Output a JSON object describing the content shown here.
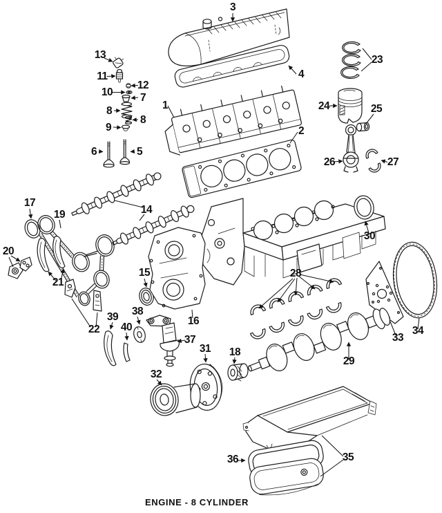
{
  "diagram": {
    "caption": "ENGINE - 8 CYLINDER",
    "colors": {
      "background": "#ffffff",
      "line_art": "#1b1b1b",
      "label_text": "#101010"
    },
    "callouts": {
      "c1": "1",
      "c2": "2",
      "c3": "3",
      "c4": "4",
      "c5": "5",
      "c6": "6",
      "c7": "7",
      "c8a": "8",
      "c8b": "8",
      "c9": "9",
      "c10": "10",
      "c11": "11",
      "c12": "12",
      "c13": "13",
      "c14": "14",
      "c15": "15",
      "c16": "16",
      "c17": "17",
      "c18": "18",
      "c19": "19",
      "c20": "20",
      "c21": "21",
      "c22": "22",
      "c23": "23",
      "c24": "24",
      "c25": "25",
      "c26": "26",
      "c27": "27",
      "c28": "28",
      "c29": "29",
      "c30": "30",
      "c31": "31",
      "c32": "32",
      "c33": "33",
      "c34": "34",
      "c35": "35",
      "c36": "36",
      "c37": "37",
      "c38": "38",
      "c39": "39",
      "c40": "40"
    }
  }
}
